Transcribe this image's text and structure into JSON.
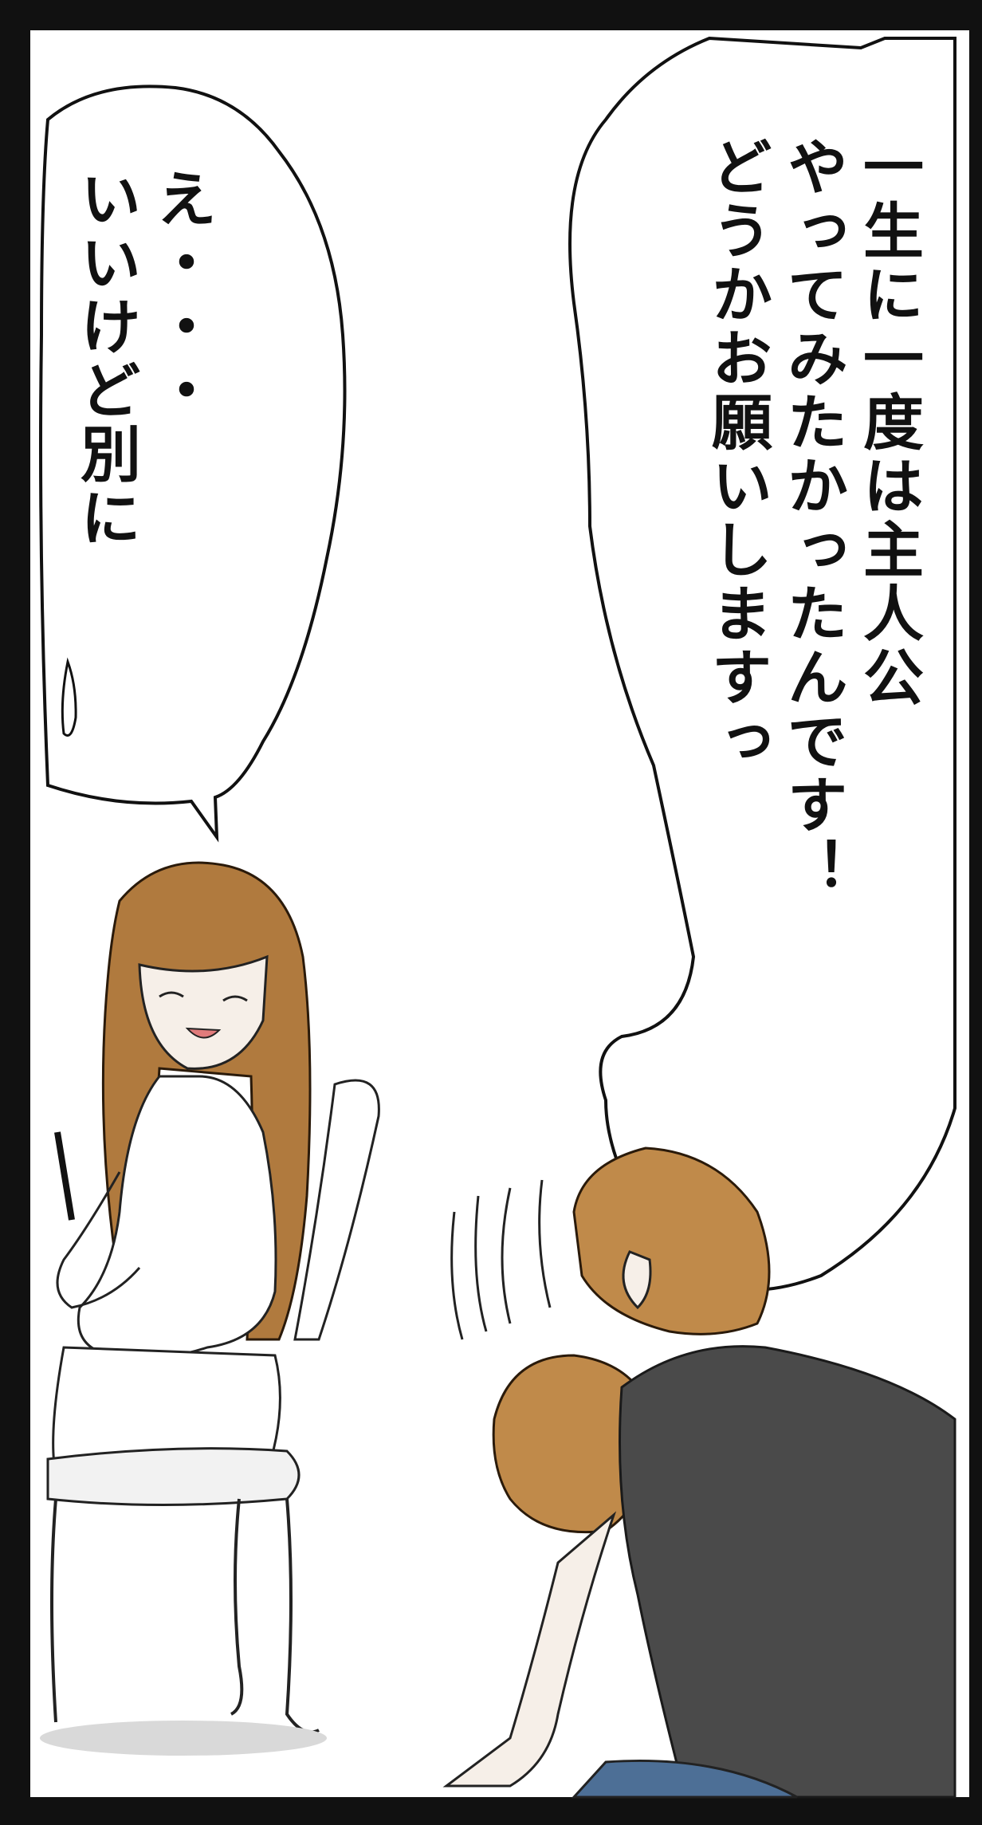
{
  "panel": {
    "bubble_right": {
      "lines": [
        "一生に一度は主人公",
        "やってみたかったんです！",
        "どうかお願いしますっ"
      ]
    },
    "bubble_left": {
      "lines": [
        "え・・・",
        "いいけど別に"
      ]
    }
  },
  "colors": {
    "frame": "#111111",
    "hair_brown": "#b07a3e",
    "shirt_gray": "#4a4a4a",
    "skin": "#f6efe8"
  }
}
